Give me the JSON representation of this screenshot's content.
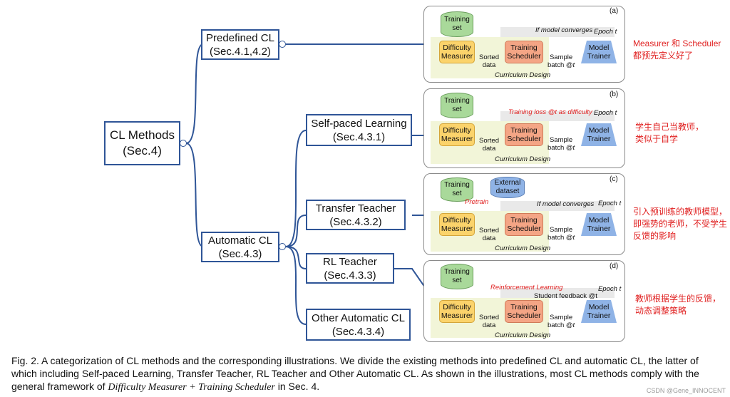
{
  "tree": {
    "root": {
      "line1": "CL Methods",
      "line2": "(Sec.4)"
    },
    "predefined": {
      "line1": "Predefined CL",
      "line2": "(Sec.4.1,4.2)"
    },
    "automatic": {
      "line1": "Automatic CL",
      "line2": "(Sec.4.3)"
    },
    "children": [
      {
        "line1": "Self-paced Learning",
        "line2": "(Sec.4.3.1)"
      },
      {
        "line1": "Transfer Teacher",
        "line2": "(Sec.4.3.2)"
      },
      {
        "line1": "RL Teacher",
        "line2": "(Sec.4.3.3)"
      },
      {
        "line1": "Other Automatic CL",
        "line2": "(Sec.4.3.4)"
      }
    ]
  },
  "common": {
    "training_set_1": "Training",
    "training_set_2": "set",
    "dm_1": "Difficulty",
    "dm_2": "Measurer",
    "ts_1": "Training",
    "ts_2": "Scheduler",
    "mt_1": "Model",
    "mt_2": "Trainer",
    "sorted_1": "Sorted",
    "sorted_2": "data",
    "sample_1": "Sample",
    "sample_2": "batch @",
    "t_symbol": "t",
    "epoch": "Epoch",
    "design": "Curriculum Design"
  },
  "panels": [
    {
      "tag": "(a)",
      "loop": "If model converges"
    },
    {
      "tag": "(b)",
      "loop": "Training loss @t as difficulty"
    },
    {
      "tag": "(c)",
      "loop": "If model converges",
      "external_1": "External",
      "external_2": "dataset",
      "pretrain": "Pretrain"
    },
    {
      "tag": "(d)",
      "loop": "Reinforcement Learning",
      "feedback": "Student feedback @t"
    }
  ],
  "annotations": [
    {
      "line1": "Measurer 和 Scheduler",
      "line2": "都预先定义好了"
    },
    {
      "line1": "学生自己当教师，",
      "line2": "类似于自学"
    },
    {
      "line1": "引入预训练的教师模型，",
      "line2": "即强势的老师，不受学生",
      "line3": "反馈的影响"
    },
    {
      "line1": "教师根据学生的反馈，",
      "line2": "动态调整策略"
    }
  ],
  "caption": {
    "text": "Fig. 2. A categorization of CL methods and the corresponding illustrations. We divide the existing methods into predefined CL and automatic CL, the latter of which including Self-paced Learning, Transfer Teacher, RL Teacher and Other Automatic CL. As shown in the illustrations, most CL methods comply with the general framework of ",
    "formula": "Difficulty Measurer + Training Scheduler",
    "tail": " in Sec. 4."
  },
  "watermark": "CSDN @Gene_INNOCENT",
  "colors": {
    "tree_line": "#2f5597",
    "measurer": "#fbd36b",
    "scheduler": "#f4a585",
    "dataset": "#a9d99a",
    "trainer": "#8fb3e6",
    "annotation": "#e02020"
  }
}
